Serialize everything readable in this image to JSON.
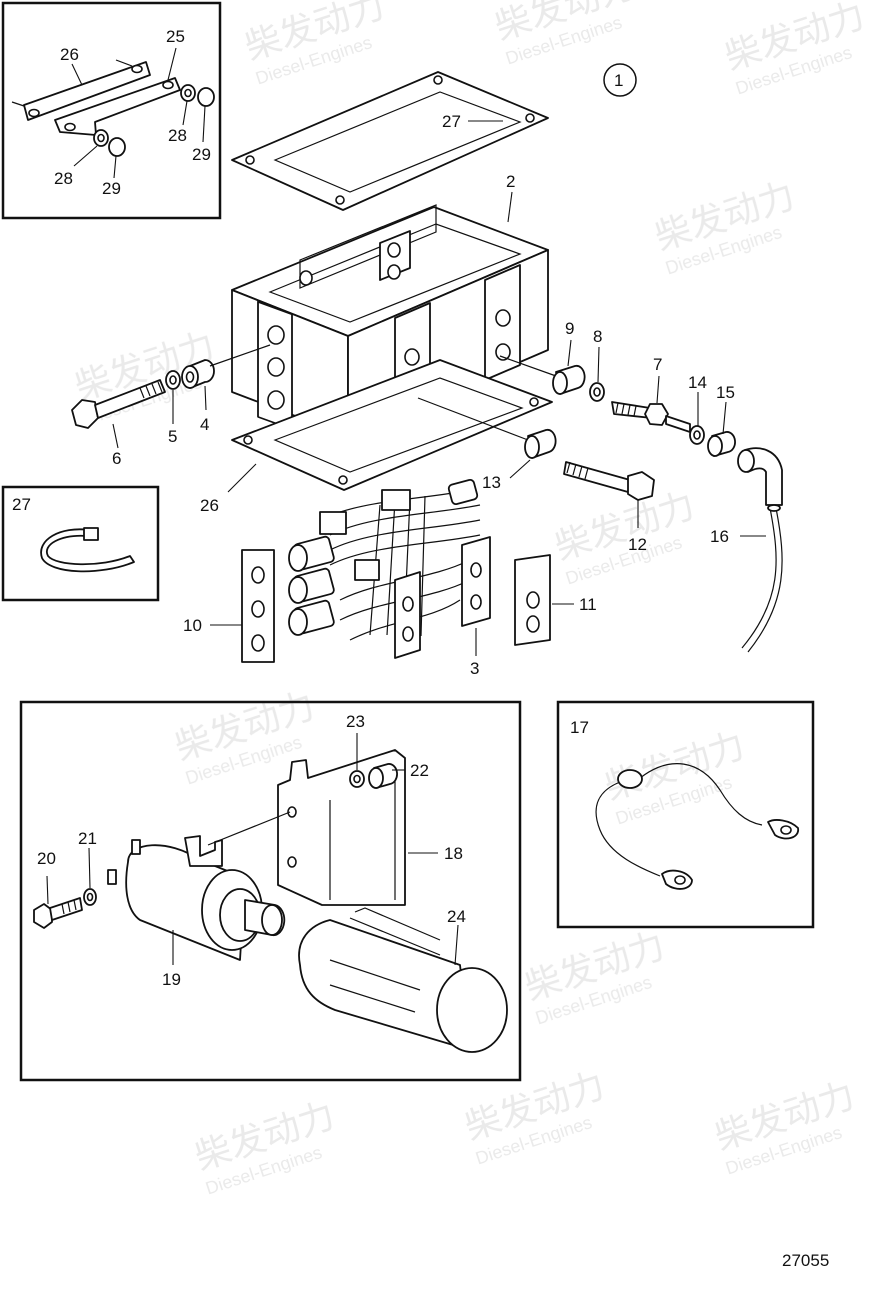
{
  "diagram": {
    "callouts": [
      "1",
      "2",
      "3",
      "4",
      "5",
      "6",
      "7",
      "8",
      "9",
      "10",
      "11",
      "12",
      "13",
      "14",
      "15",
      "16",
      "17",
      "18",
      "19",
      "20",
      "21",
      "22",
      "23",
      "24",
      "25",
      "26",
      "27",
      "28",
      "29"
    ],
    "inset_labels": {
      "top_left_26": "26",
      "top_left_25": "25",
      "top_left_28a": "28",
      "top_left_29a": "29",
      "top_left_28b": "28",
      "top_left_29b": "29",
      "cable_tie": "27",
      "cable": "17"
    },
    "figure_number": "27055",
    "watermark_brand": "柴发动力",
    "watermark_sub": "Diesel-Engines"
  }
}
